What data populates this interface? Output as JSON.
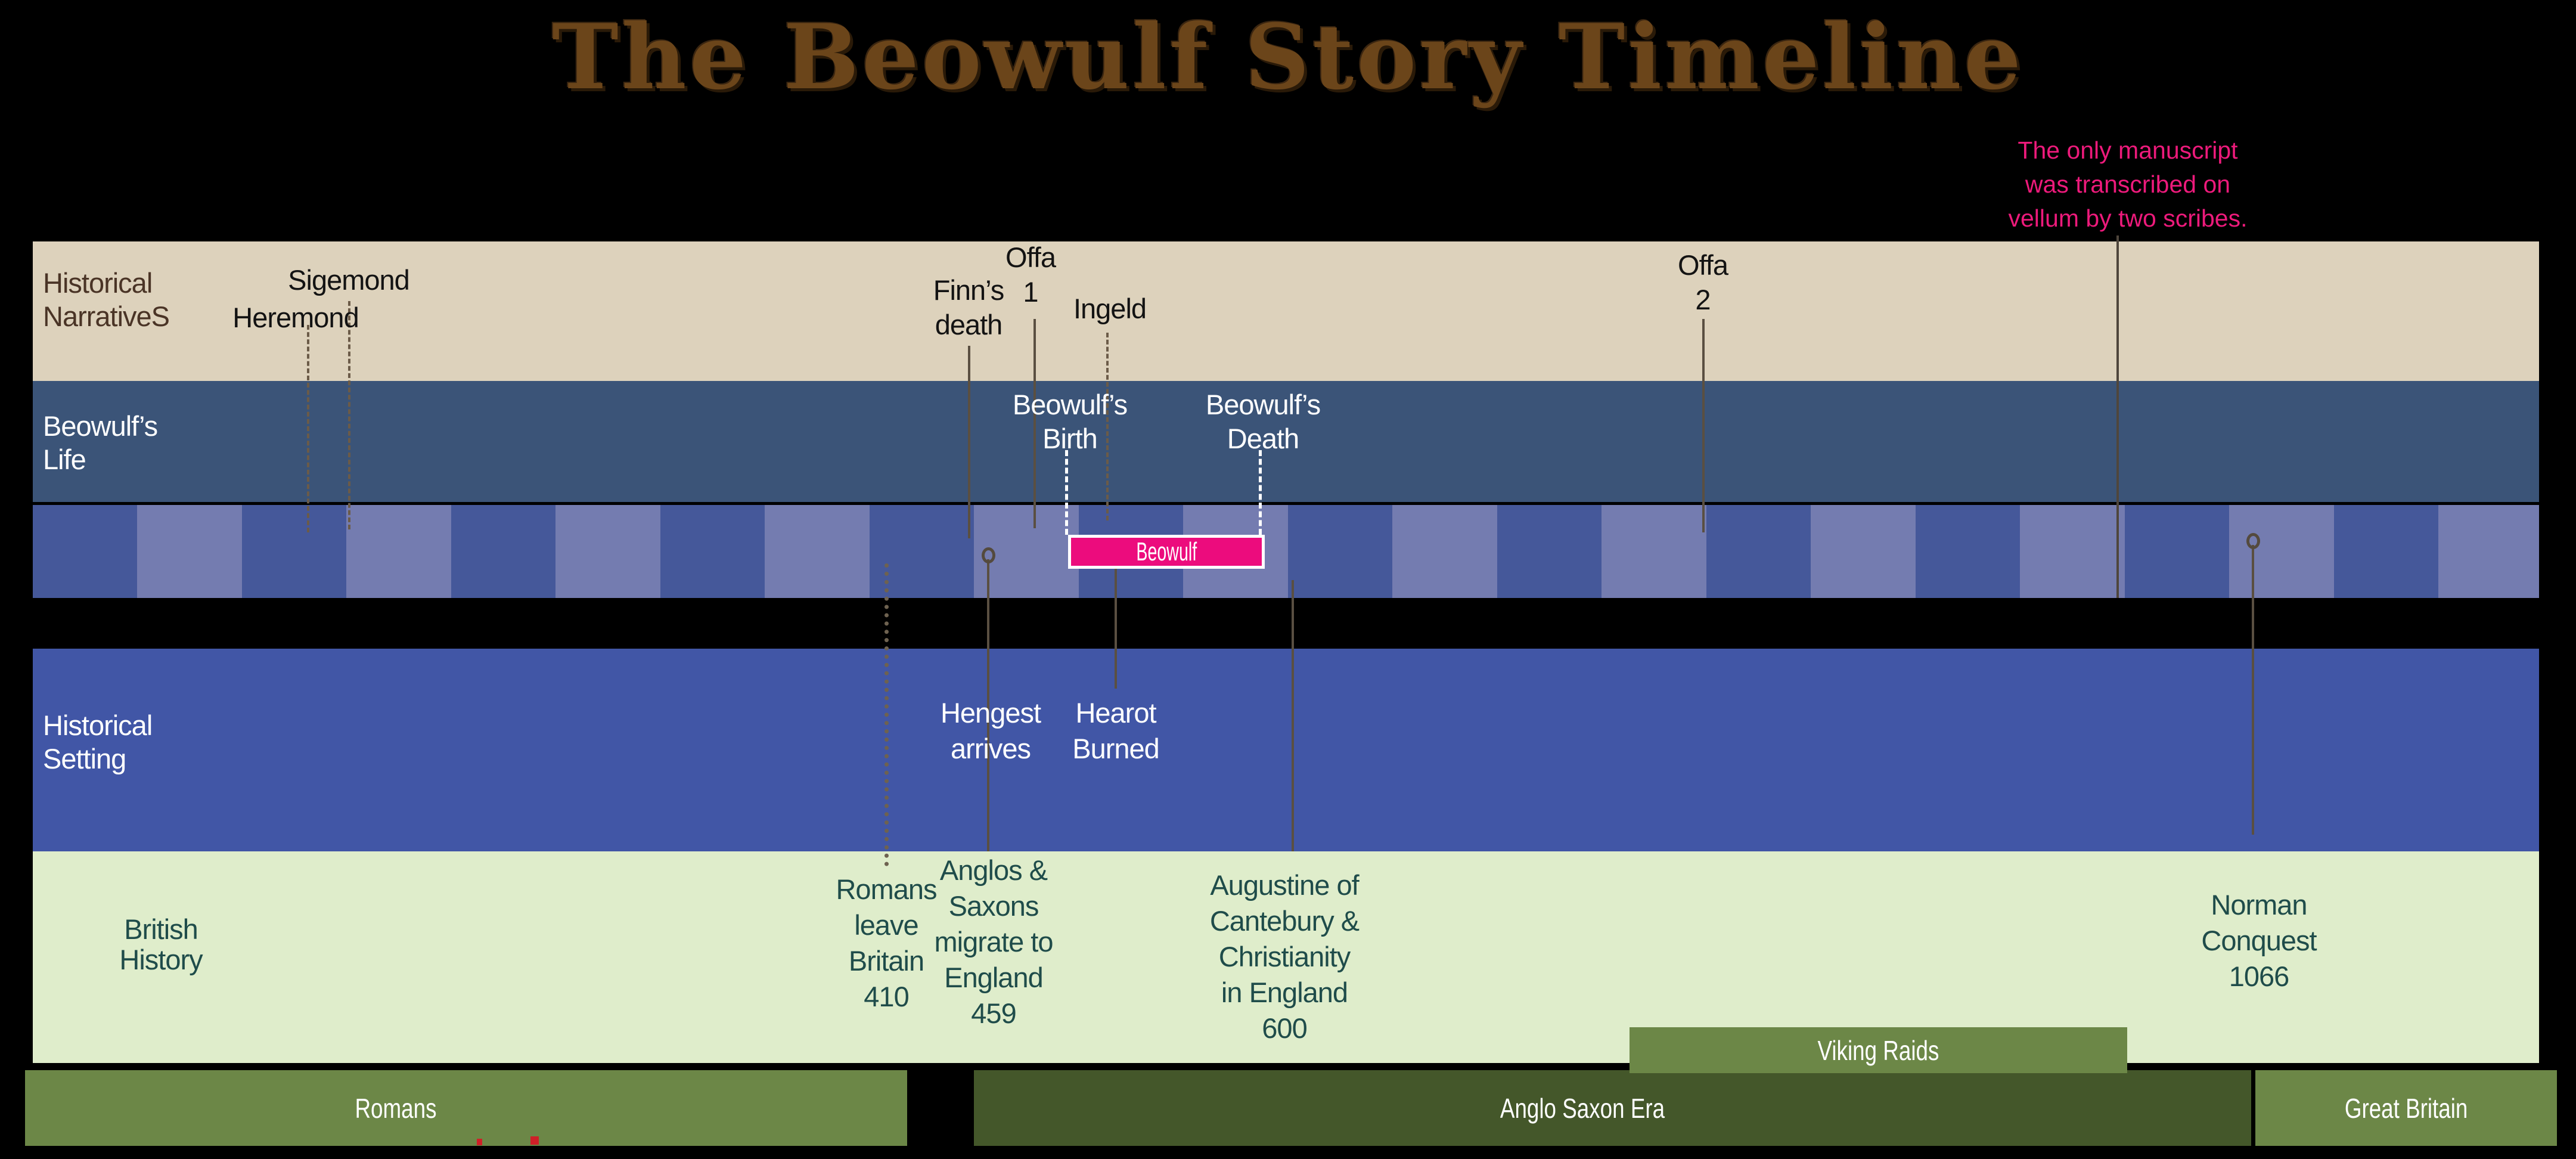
{
  "title": "The Beowulf Story Timeline",
  "manuscript_note": {
    "lines": [
      "The only manuscript",
      "was transcribed on",
      "vellum by two scribes."
    ]
  },
  "colors": {
    "title_brown": "#6b451a",
    "note_pink": "#ed1a7b",
    "narratives_band": "#ddd2bc",
    "life_band": "#3b5478",
    "stripe_dark": "#45589a",
    "stripe_light": "#747cb0",
    "setting_band": "#4156a6",
    "history_band": "#dfedcb",
    "era_olive": "#6c8747",
    "era_olive_dark": "#44572a",
    "beowulf_pink": "#ec0c7d",
    "connector_brown": "#5a4f41",
    "history_text": "#1f4c4a"
  },
  "bands": {
    "narratives": {
      "label": [
        "Historical",
        "NarrativeS"
      ]
    },
    "life": {
      "label": [
        "Beowulf’s",
        "Life"
      ]
    },
    "setting": {
      "label": [
        "Historical",
        "Setting"
      ]
    },
    "history": {
      "label": [
        "British",
        "History"
      ]
    }
  },
  "narrative_events": {
    "sigemond": "Sigemond",
    "heremond": "Heremond",
    "finns": [
      "Finn’s",
      "death"
    ],
    "offa1": [
      "Offa",
      "1"
    ],
    "ingeld": "Ingeld",
    "offa2": [
      "Offa",
      "2"
    ]
  },
  "life_events": {
    "birth": [
      "Beowulf’s",
      "Birth"
    ],
    "death": [
      "Beowulf’s",
      "Death"
    ],
    "box_label": "Beowulf"
  },
  "setting_events": {
    "hengest": [
      "Hengest",
      "arrives"
    ],
    "hearot": [
      "Hearot",
      "Burned"
    ]
  },
  "history_events": {
    "romans_leave": [
      "Romans",
      "leave",
      "Britain",
      "410"
    ],
    "anglo_migrate": [
      "Anglos &",
      "Saxons",
      "migrate to",
      "England",
      "459"
    ],
    "augustine": [
      "Augustine of",
      "Cantebury &",
      "Christianity",
      "in England",
      "600"
    ],
    "norman": [
      "Norman",
      "Conquest",
      "1066"
    ]
  },
  "era_bars": {
    "romans": "Romans",
    "anglo_saxon": "Anglo Saxon Era",
    "great_britain": "Great Britain",
    "viking": "Viking Raids"
  }
}
